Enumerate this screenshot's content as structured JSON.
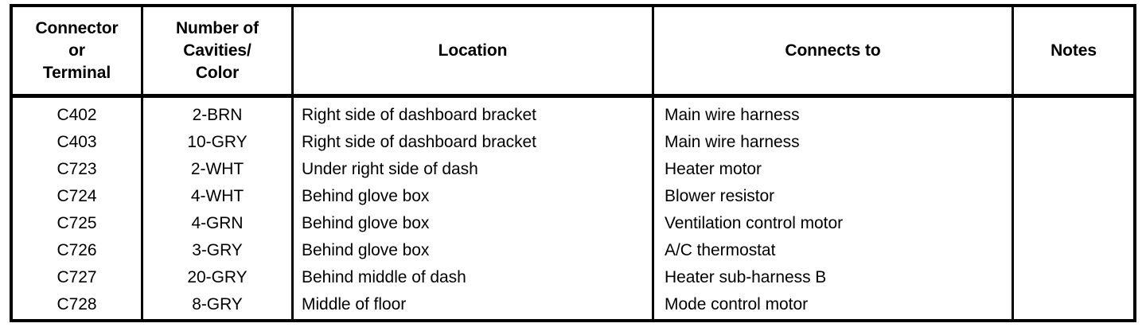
{
  "table": {
    "columns": [
      {
        "id": "connector-or-terminal",
        "lines": [
          "Connector",
          "or",
          "Terminal"
        ]
      },
      {
        "id": "number-of-cavities-color",
        "lines": [
          "Number of",
          "Cavities/",
          "Color"
        ]
      },
      {
        "id": "location",
        "lines": [
          "Location"
        ]
      },
      {
        "id": "connects-to",
        "lines": [
          "Connects to"
        ]
      },
      {
        "id": "notes",
        "lines": [
          "Notes"
        ]
      }
    ],
    "rows": [
      {
        "connector": "C402",
        "cavities_color": "2-BRN",
        "location": "Right side of dashboard bracket",
        "connects_to": "Main wire harness",
        "notes": ""
      },
      {
        "connector": "C403",
        "cavities_color": "10-GRY",
        "location": "Right side of dashboard bracket",
        "connects_to": "Main wire harness",
        "notes": ""
      },
      {
        "connector": "C723",
        "cavities_color": "2-WHT",
        "location": "Under right side of dash",
        "connects_to": "Heater motor",
        "notes": ""
      },
      {
        "connector": "C724",
        "cavities_color": "4-WHT",
        "location": "Behind glove box",
        "connects_to": "Blower resistor",
        "notes": ""
      },
      {
        "connector": "C725",
        "cavities_color": "4-GRN",
        "location": "Behind glove box",
        "connects_to": "Ventilation control motor",
        "notes": ""
      },
      {
        "connector": "C726",
        "cavities_color": "3-GRY",
        "location": "Behind glove box",
        "connects_to": "A/C thermostat",
        "notes": ""
      },
      {
        "connector": "C727",
        "cavities_color": "20-GRY",
        "location": "Behind middle of dash",
        "connects_to": "Heater sub-harness B",
        "notes": ""
      },
      {
        "connector": "C728",
        "cavities_color": "8-GRY",
        "location": "Middle of floor",
        "connects_to": "Mode control motor",
        "notes": ""
      }
    ]
  },
  "colors": {
    "rule": "#000000",
    "text": "#000000",
    "background": "#ffffff"
  }
}
